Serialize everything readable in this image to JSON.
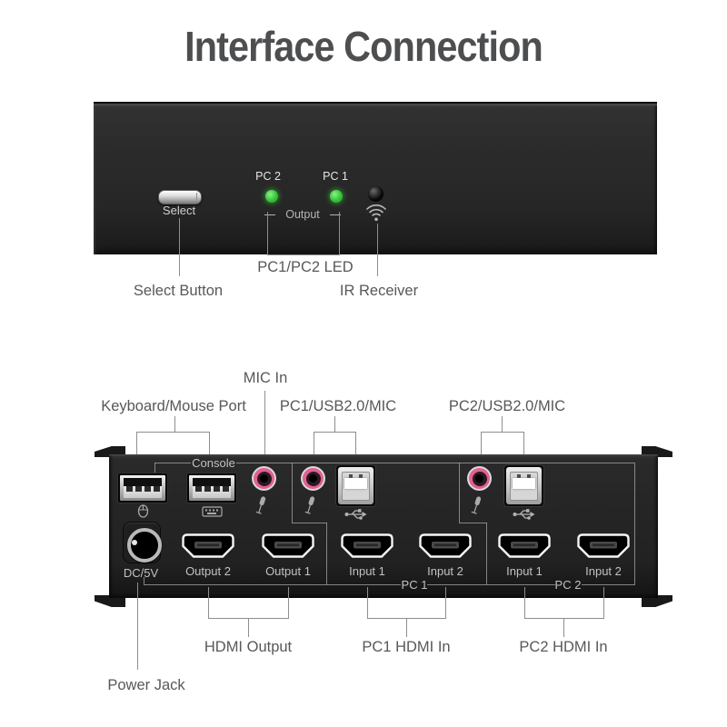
{
  "title": "Interface Connection",
  "front": {
    "select_engraved": "Select",
    "pc2_led_label": "PC 2",
    "pc1_led_label": "PC 1",
    "output_engraved": "Output",
    "callouts": {
      "led": "PC1/PC2 LED",
      "select": "Select Button",
      "ir": "IR Receiver"
    }
  },
  "rear": {
    "console_engraved": "Console",
    "dc_engraved": "DC/5V",
    "pc1_engraved": "PC 1",
    "pc2_engraved": "PC 2",
    "port_labels": [
      "Output 2",
      "Output 1",
      "Input 1",
      "Input 2",
      "Input 1",
      "Input 2"
    ],
    "callouts_top": {
      "mic_in": "MIC In",
      "kb_mouse": "Keyboard/Mouse Port",
      "pc1_usb": "PC1/USB2.0/MIC",
      "pc2_usb": "PC2/USB2.0/MIC"
    },
    "callouts_bottom": {
      "hdmi_out": "HDMI Output",
      "pc1_hdmi": "PC1 HDMI In",
      "pc2_hdmi": "PC2 HDMI In",
      "power": "Power Jack"
    }
  },
  "colors": {
    "led_green": "#35c435",
    "mic_ring_pink": "#e25f93",
    "callout_line": "#8e8e8e",
    "label_text": "#57585a"
  }
}
